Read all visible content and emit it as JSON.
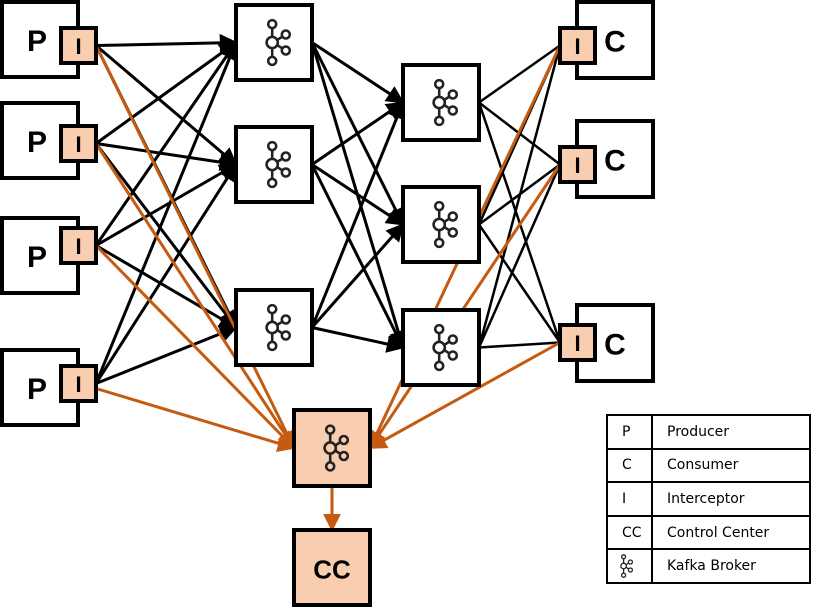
{
  "diagram": {
    "title": "",
    "colors": {
      "stroke": "#000000",
      "interceptor_fill": "#f8cdb0",
      "metrics_arrow": "#c55a11",
      "box_fill": "#ffffff"
    },
    "producers": [
      {
        "id": "p1",
        "label": "P",
        "interceptor_label": "I"
      },
      {
        "id": "p2",
        "label": "P",
        "interceptor_label": "I"
      },
      {
        "id": "p3",
        "label": "P",
        "interceptor_label": "I"
      },
      {
        "id": "p4",
        "label": "P",
        "interceptor_label": "I"
      }
    ],
    "brokers_layer1": [
      {
        "id": "b1",
        "icon": "kafka-broker-icon"
      },
      {
        "id": "b2",
        "icon": "kafka-broker-icon"
      },
      {
        "id": "b3",
        "icon": "kafka-broker-icon"
      }
    ],
    "brokers_layer2": [
      {
        "id": "b4",
        "icon": "kafka-broker-icon"
      },
      {
        "id": "b5",
        "icon": "kafka-broker-icon"
      },
      {
        "id": "b6",
        "icon": "kafka-broker-icon"
      }
    ],
    "consumers": [
      {
        "id": "c1",
        "label": "C",
        "interceptor_label": "I"
      },
      {
        "id": "c2",
        "label": "C",
        "interceptor_label": "I"
      },
      {
        "id": "c3",
        "label": "C",
        "interceptor_label": "I"
      }
    ],
    "metrics_broker": {
      "id": "mb",
      "icon": "kafka-broker-icon"
    },
    "control_center": {
      "id": "cc",
      "label": "CC"
    },
    "edges": {
      "producer_to_broker": [
        [
          "p1",
          "b1"
        ],
        [
          "p1",
          "b2"
        ],
        [
          "p1",
          "b3"
        ],
        [
          "p2",
          "b1"
        ],
        [
          "p2",
          "b2"
        ],
        [
          "p2",
          "b3"
        ],
        [
          "p3",
          "b1"
        ],
        [
          "p3",
          "b2"
        ],
        [
          "p3",
          "b3"
        ],
        [
          "p4",
          "b1"
        ],
        [
          "p4",
          "b2"
        ],
        [
          "p4",
          "b3"
        ]
      ],
      "broker_to_broker": [
        [
          "b1",
          "b4"
        ],
        [
          "b1",
          "b5"
        ],
        [
          "b1",
          "b6"
        ],
        [
          "b2",
          "b4"
        ],
        [
          "b2",
          "b5"
        ],
        [
          "b2",
          "b6"
        ],
        [
          "b3",
          "b4"
        ],
        [
          "b3",
          "b5"
        ],
        [
          "b3",
          "b6"
        ]
      ],
      "broker_to_consumer": [
        [
          "b4",
          "c1"
        ],
        [
          "b4",
          "c2"
        ],
        [
          "b4",
          "c3"
        ],
        [
          "b5",
          "c1"
        ],
        [
          "b5",
          "c2"
        ],
        [
          "b5",
          "c3"
        ],
        [
          "b6",
          "c1"
        ],
        [
          "b6",
          "c2"
        ],
        [
          "b6",
          "c3"
        ]
      ],
      "interceptor_to_metrics": [
        "p1",
        "p2",
        "p3",
        "p4",
        "c1",
        "c2",
        "c3"
      ],
      "metrics_to_cc": [
        [
          "mb",
          "cc"
        ]
      ]
    }
  },
  "legend": {
    "rows": [
      {
        "symbol": "P",
        "description": "Producer"
      },
      {
        "symbol": "C",
        "description": "Consumer"
      },
      {
        "symbol": "I",
        "description": "Interceptor"
      },
      {
        "symbol": "CC",
        "description": "Control Center"
      },
      {
        "symbol_icon": "kafka-broker-icon",
        "symbol": "",
        "description": "Kafka Broker"
      }
    ]
  }
}
